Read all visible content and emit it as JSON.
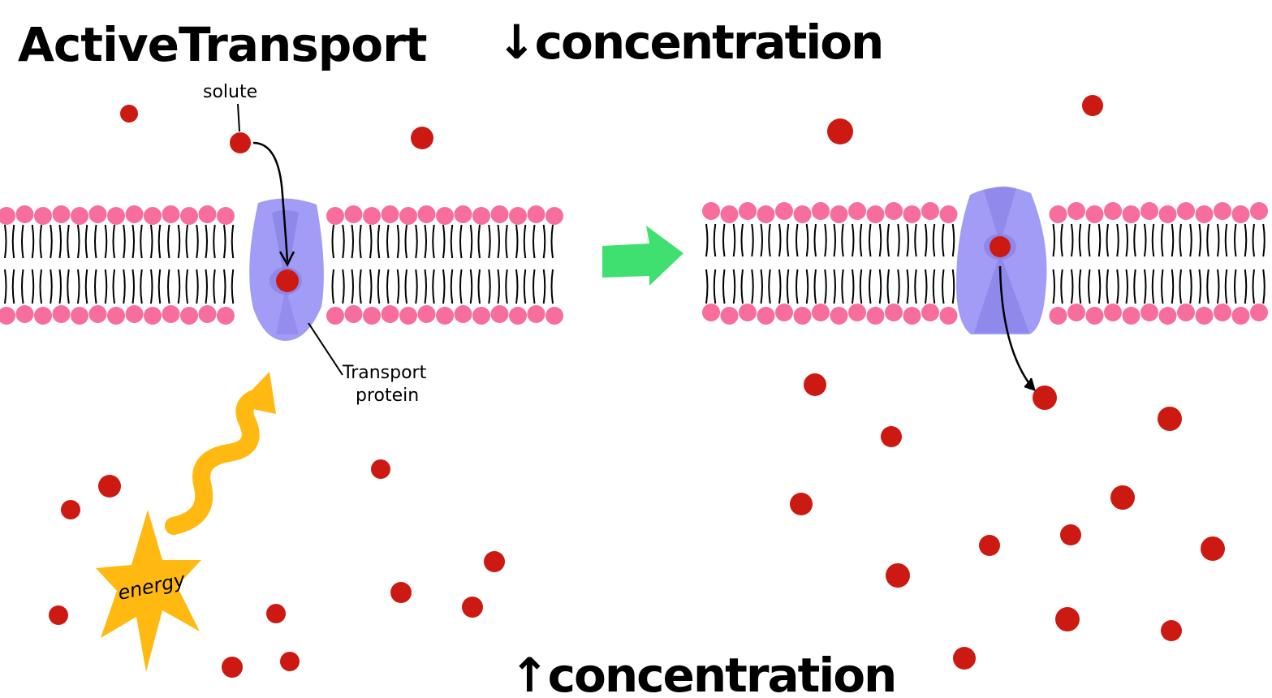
{
  "title": "ActiveTransport",
  "concentration_low": "↓concentration",
  "concentration_high": "↑concentration",
  "labels": {
    "solute": "solute",
    "transport_protein_line1": "Transport",
    "transport_protein_line2": "protein",
    "energy": "energy"
  },
  "colors": {
    "solute": "#cc1a12",
    "phospholipid_head": "#f76d9c",
    "transport_protein": "#a19cf5",
    "protein_shade": "#8a83e8",
    "energy": "#ffb911",
    "process_arrow": "#40e070",
    "ink": "#000000"
  },
  "icons": {
    "process_arrow": "green-right-arrow-icon",
    "energy_burst": "star-burst-icon",
    "energy_arrow": "wavy-arrow-icon"
  }
}
